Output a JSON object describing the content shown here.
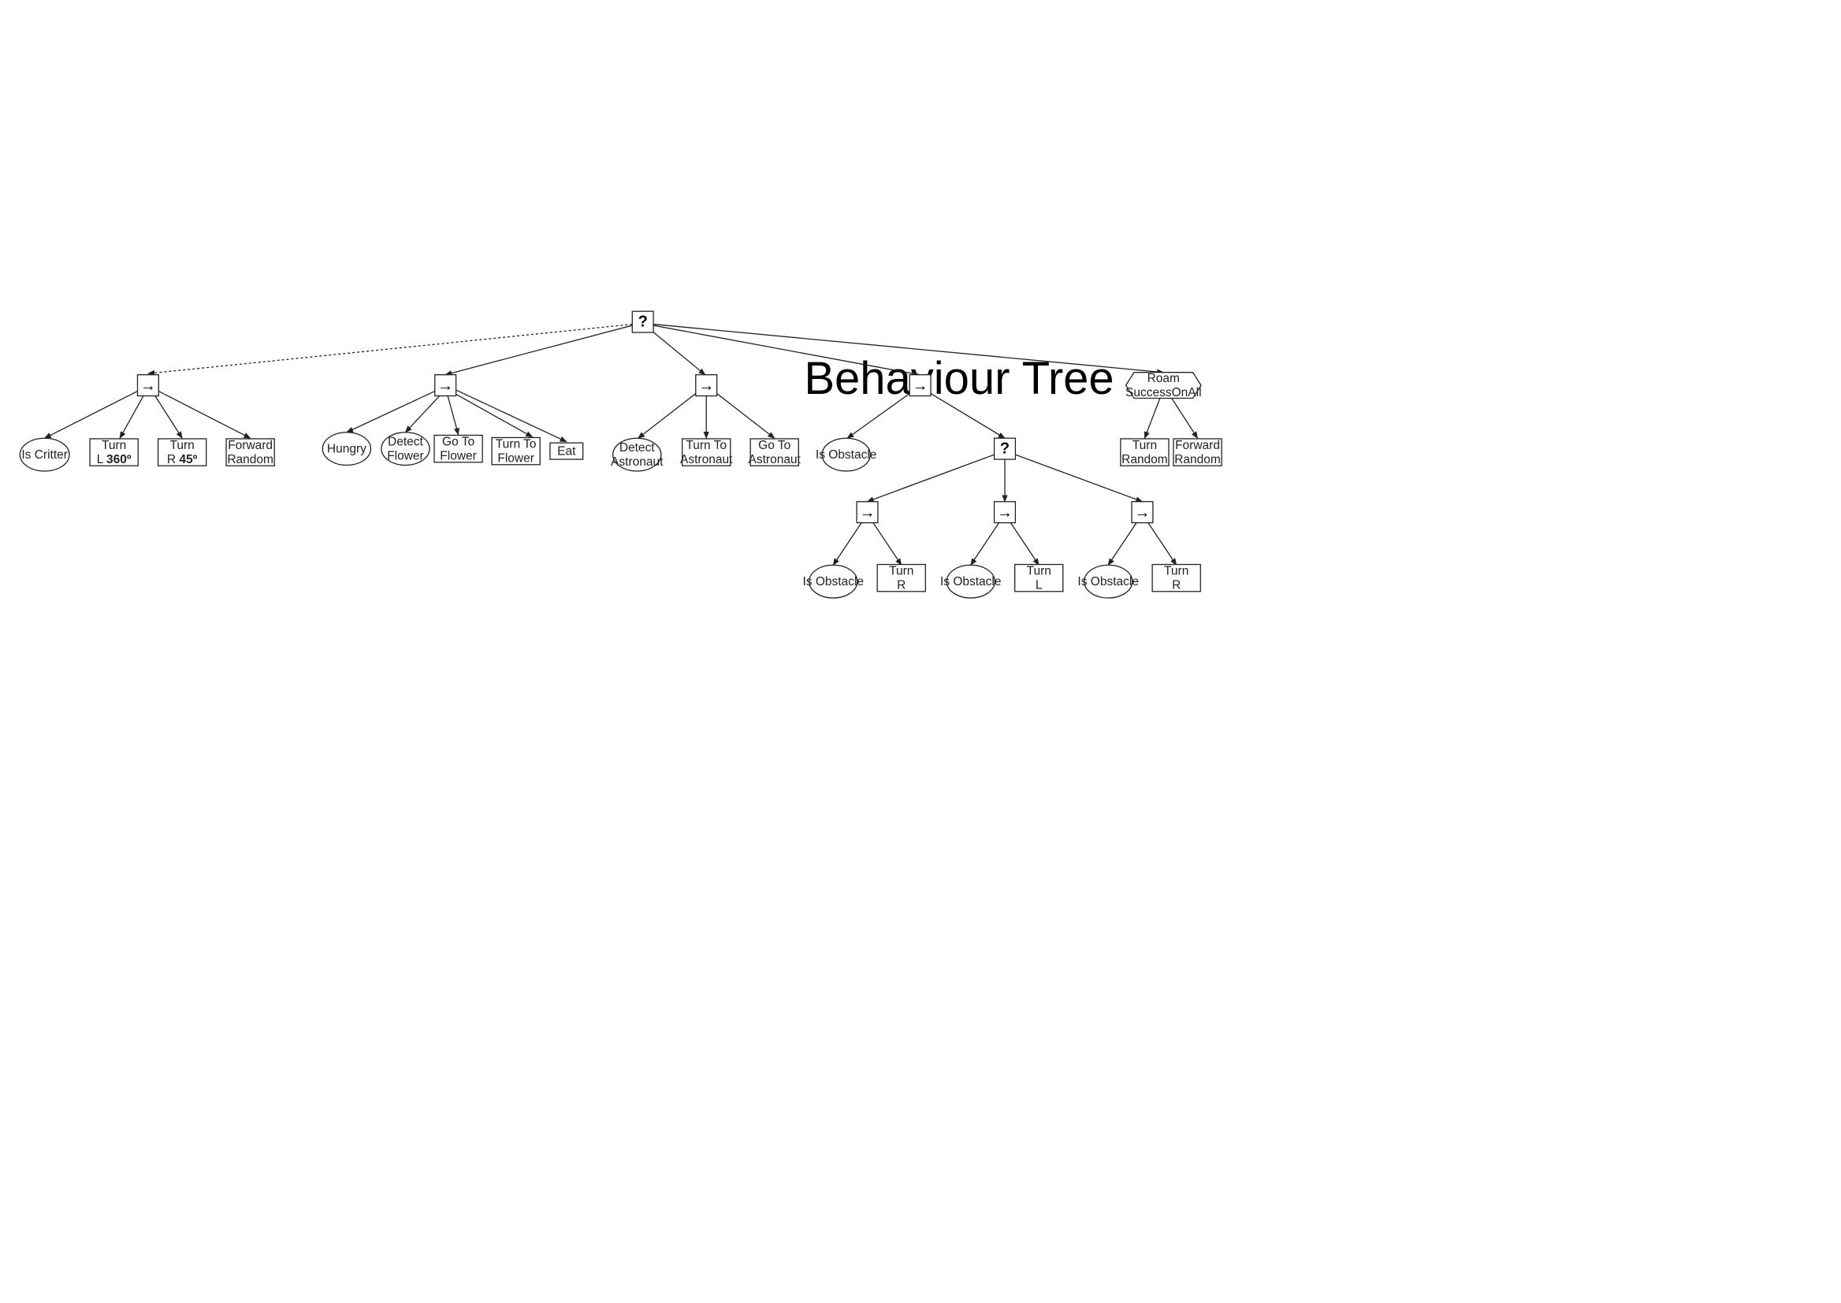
{
  "title": "Behaviour Tree",
  "symbols": {
    "selector": "?",
    "sequence": "→"
  },
  "nodes": {
    "root": {
      "type": "selector"
    },
    "seq_critter": {
      "type": "sequence"
    },
    "seq_hungry": {
      "type": "sequence"
    },
    "seq_astronaut": {
      "type": "sequence"
    },
    "seq_obstacle": {
      "type": "sequence"
    },
    "roam": {
      "type": "hexagon",
      "lines": [
        "Roam",
        "SuccessOnAll"
      ]
    },
    "is_critter": {
      "type": "condition",
      "lines": [
        "Is Critter"
      ]
    },
    "turn_l360": {
      "type": "action",
      "lines": [
        "Turn"
      ],
      "line2_prefix": "L",
      "line2_suffix": "360º"
    },
    "turn_r45": {
      "type": "action",
      "lines": [
        "Turn"
      ],
      "line2_prefix": "R",
      "line2_suffix": "45º"
    },
    "forward_random_1": {
      "type": "action",
      "lines": [
        "Forward",
        "Random"
      ]
    },
    "hungry": {
      "type": "condition",
      "lines": [
        "Hungry"
      ]
    },
    "detect_flower": {
      "type": "condition",
      "lines": [
        "Detect",
        "Flower"
      ]
    },
    "go_to_flower": {
      "type": "action",
      "lines": [
        "Go To",
        "Flower"
      ]
    },
    "turn_to_flower": {
      "type": "action",
      "lines": [
        "Turn To",
        "Flower"
      ]
    },
    "eat": {
      "type": "action",
      "lines": [
        "Eat"
      ]
    },
    "detect_astronaut": {
      "type": "condition",
      "lines": [
        "Detect",
        "Astronaut"
      ]
    },
    "turn_to_astronaut": {
      "type": "action",
      "lines": [
        "Turn To",
        "Astronaut"
      ]
    },
    "go_to_astronaut": {
      "type": "action",
      "lines": [
        "Go To",
        "Astronaut"
      ]
    },
    "is_obstacle_1": {
      "type": "condition",
      "lines": [
        "Is Obstacle"
      ]
    },
    "sel_obstacle": {
      "type": "selector"
    },
    "seq_obs_a": {
      "type": "sequence"
    },
    "seq_obs_b": {
      "type": "sequence"
    },
    "seq_obs_c": {
      "type": "sequence"
    },
    "is_obstacle_a": {
      "type": "condition",
      "lines": [
        "Is Obstacle"
      ]
    },
    "turn_r_a": {
      "type": "action",
      "lines": [
        "Turn",
        "R"
      ]
    },
    "is_obstacle_b": {
      "type": "condition",
      "lines": [
        "Is Obstacle"
      ]
    },
    "turn_l_b": {
      "type": "action",
      "lines": [
        "Turn",
        "L"
      ]
    },
    "is_obstacle_c": {
      "type": "condition",
      "lines": [
        "Is Obstacle"
      ]
    },
    "turn_r_c": {
      "type": "action",
      "lines": [
        "Turn",
        "R"
      ]
    },
    "turn_random": {
      "type": "action",
      "lines": [
        "Turn",
        "Random"
      ]
    },
    "forward_random_2": {
      "type": "action",
      "lines": [
        "Forward",
        "Random"
      ]
    }
  },
  "edges": [
    {
      "from": "root",
      "to": "seq_critter",
      "style": "dashed"
    },
    {
      "from": "root",
      "to": "seq_hungry",
      "style": "solid"
    },
    {
      "from": "root",
      "to": "seq_astronaut",
      "style": "solid"
    },
    {
      "from": "root",
      "to": "seq_obstacle",
      "style": "solid"
    },
    {
      "from": "root",
      "to": "roam",
      "style": "solid"
    },
    {
      "from": "seq_critter",
      "to": "is_critter",
      "style": "solid"
    },
    {
      "from": "seq_critter",
      "to": "turn_l360",
      "style": "solid"
    },
    {
      "from": "seq_critter",
      "to": "turn_r45",
      "style": "solid"
    },
    {
      "from": "seq_critter",
      "to": "forward_random_1",
      "style": "solid"
    },
    {
      "from": "seq_hungry",
      "to": "hungry",
      "style": "solid"
    },
    {
      "from": "seq_hungry",
      "to": "detect_flower",
      "style": "solid"
    },
    {
      "from": "seq_hungry",
      "to": "go_to_flower",
      "style": "solid"
    },
    {
      "from": "seq_hungry",
      "to": "turn_to_flower",
      "style": "solid"
    },
    {
      "from": "seq_hungry",
      "to": "eat",
      "style": "solid"
    },
    {
      "from": "seq_astronaut",
      "to": "detect_astronaut",
      "style": "solid"
    },
    {
      "from": "seq_astronaut",
      "to": "turn_to_astronaut",
      "style": "solid"
    },
    {
      "from": "seq_astronaut",
      "to": "go_to_astronaut",
      "style": "solid"
    },
    {
      "from": "seq_obstacle",
      "to": "is_obstacle_1",
      "style": "solid"
    },
    {
      "from": "seq_obstacle",
      "to": "sel_obstacle",
      "style": "solid"
    },
    {
      "from": "sel_obstacle",
      "to": "seq_obs_a",
      "style": "solid"
    },
    {
      "from": "sel_obstacle",
      "to": "seq_obs_b",
      "style": "solid"
    },
    {
      "from": "sel_obstacle",
      "to": "seq_obs_c",
      "style": "solid"
    },
    {
      "from": "seq_obs_a",
      "to": "is_obstacle_a",
      "style": "solid"
    },
    {
      "from": "seq_obs_a",
      "to": "turn_r_a",
      "style": "solid"
    },
    {
      "from": "seq_obs_b",
      "to": "is_obstacle_b",
      "style": "solid"
    },
    {
      "from": "seq_obs_b",
      "to": "turn_l_b",
      "style": "solid"
    },
    {
      "from": "seq_obs_c",
      "to": "is_obstacle_c",
      "style": "solid"
    },
    {
      "from": "seq_obs_c",
      "to": "turn_r_c",
      "style": "solid"
    },
    {
      "from": "roam",
      "to": "turn_random",
      "style": "solid"
    },
    {
      "from": "roam",
      "to": "forward_random_2",
      "style": "solid"
    }
  ]
}
